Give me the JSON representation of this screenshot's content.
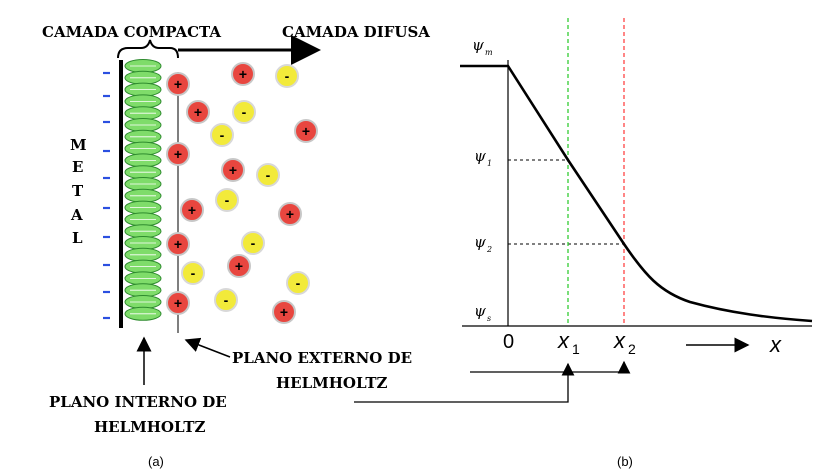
{
  "panel_a": {
    "top_left_label": "CAMADA COMPACTA",
    "top_right_label": "CAMADA DIFUSA",
    "metal_letters": [
      "M",
      "E",
      "T",
      "A",
      "L"
    ],
    "outer_plane_label_line1": "PLANO EXTERNO DE",
    "outer_plane_label_line2": "HELMHOLTZ",
    "inner_plane_label_line1": "PLANO INTERNO DE",
    "inner_plane_label_line2": "HELMHOLTZ",
    "caption": "(a)",
    "metal_charge_sign": "-",
    "cation_sign": "+",
    "anion_sign": "-",
    "colors": {
      "cation_fill": "#e8463f",
      "anion_fill": "#f2ea3a",
      "dipole_fill": "#7fdc6a",
      "metal_charge": "#2b4fe0"
    }
  },
  "panel_b": {
    "psi_symbol": "ψ",
    "psi_m_sub": "m",
    "psi_1_sub": "1",
    "psi_2_sub": "2",
    "psi_s_sub": "s",
    "origin_label": "0",
    "x1_main": "x",
    "x1_sub": "1",
    "x2_main": "x",
    "x2_sub": "2",
    "axis_x_label": "x",
    "caption": "(b)",
    "colors": {
      "x1_line": "#33cc33",
      "x2_line": "#ff4444"
    }
  }
}
